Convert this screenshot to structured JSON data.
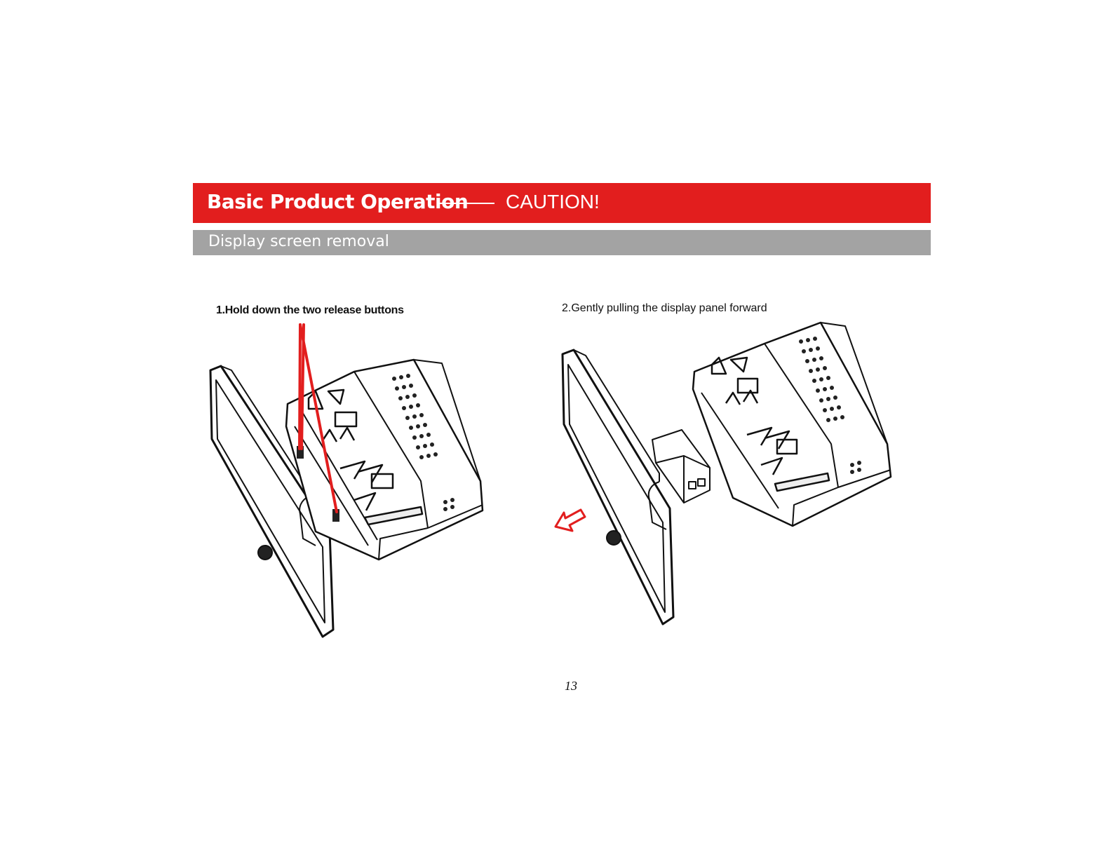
{
  "header": {
    "title": "Basic Product Operation",
    "caution": "CAUTION!"
  },
  "section": {
    "title": "Display screen removal"
  },
  "steps": [
    {
      "label": "1.Hold down the two release buttons"
    },
    {
      "label": "2.Gently pulling the display panel forward"
    }
  ],
  "colors": {
    "header_red": "#e21e1e",
    "section_gray": "#a3a3a3",
    "arrow_red": "#e21e1e"
  },
  "page": {
    "number": "13"
  }
}
